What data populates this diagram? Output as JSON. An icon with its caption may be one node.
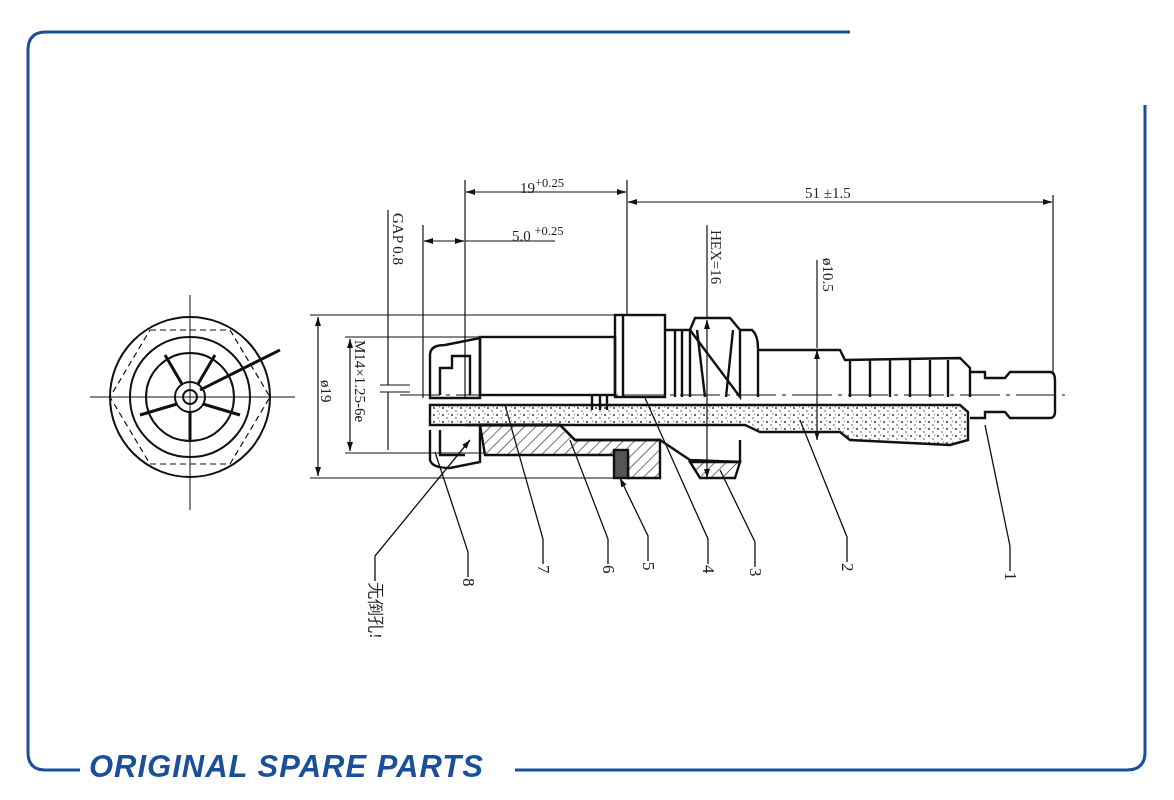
{
  "diagram": {
    "nodes": [
      {
        "text": [
          "无倒孔!"
        ]
      },
      {
        "text": [
          "8"
        ]
      },
      {
        "text": [
          "7"
        ]
      },
      {
        "text": [
          "6"
        ]
      },
      {
        "text": [
          "5"
        ]
      },
      {
        "text": [
          "4"
        ]
      },
      {
        "text": [
          "3"
        ]
      },
      {
        "text": [
          "2"
        ]
      },
      {
        "text": [
          "1"
        ]
      }
    ],
    "edges": [
      {
        "from": 0,
        "to": null,
        "arrow": "to"
      },
      {
        "from": 1,
        "to": null,
        "arrow": "none"
      },
      {
        "from": 2,
        "to": null,
        "arrow": "none"
      },
      {
        "from": 3,
        "to": null,
        "arrow": "none"
      },
      {
        "from": 4,
        "to": null,
        "arrow": "to"
      },
      {
        "from": 5,
        "to": null,
        "arrow": "none"
      },
      {
        "from": 6,
        "to": null,
        "arrow": "none"
      },
      {
        "from": 7,
        "to": null,
        "arrow": "none"
      },
      {
        "from": 8,
        "to": null,
        "arrow": "none"
      }
    ],
    "labels": [
      "19$^{+0.25}$",
      "51 ±1.5",
      "GAP 0.8",
      "HEX=16",
      "5.0 $^{+0.25}$",
      "ø10.5",
      "M14×1.25-6e",
      "ø19",
      "ORIGINAL SPARE PARTS"
    ]
  }
}
